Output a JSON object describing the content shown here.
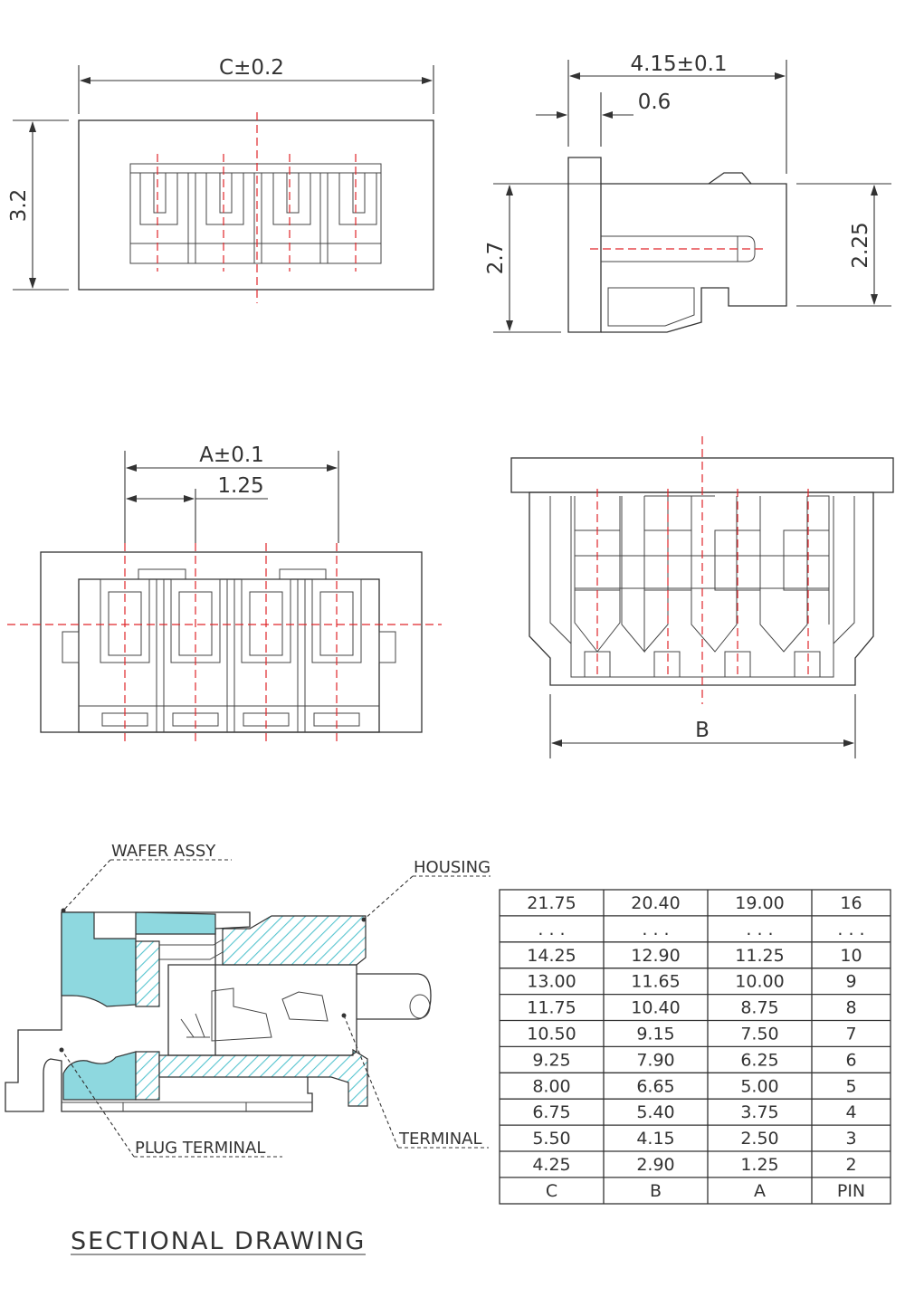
{
  "views": {
    "front": {
      "dim_width": "C±0.2",
      "dim_height": "3.2"
    },
    "side": {
      "dim_depth": "4.15±0.1",
      "dim_flange": "0.6",
      "dim_height_left": "2.7",
      "dim_height_right": "2.25"
    },
    "top": {
      "dim_span": "A±0.1",
      "dim_pitch": "1.25"
    },
    "bottom": {
      "dim_width": "B"
    }
  },
  "sectional": {
    "title": "SECTIONAL DRAWING",
    "labels": {
      "wafer_assy": "WAFER ASSY",
      "housing": "HOUSING",
      "plug_terminal": "PLUG TERMINAL",
      "terminal": "TERMINAL"
    }
  },
  "dimension_table": {
    "columns": [
      "C",
      "B",
      "A",
      "PIN"
    ],
    "rows": [
      [
        "21.75",
        "20.40",
        "19.00",
        "16"
      ],
      [
        ". . .",
        ". . .",
        ". . .",
        ". . ."
      ],
      [
        "14.25",
        "12.90",
        "11.25",
        "10"
      ],
      [
        "13.00",
        "11.65",
        "10.00",
        "9"
      ],
      [
        "11.75",
        "10.40",
        "8.75",
        "8"
      ],
      [
        "10.50",
        "9.15",
        "7.50",
        "7"
      ],
      [
        "9.25",
        "7.90",
        "6.25",
        "6"
      ],
      [
        "8.00",
        "6.65",
        "5.00",
        "5"
      ],
      [
        "6.75",
        "5.40",
        "3.75",
        "4"
      ],
      [
        "5.50",
        "4.15",
        "2.50",
        "3"
      ],
      [
        "4.25",
        "2.90",
        "1.25",
        "2"
      ]
    ]
  },
  "colors": {
    "centerline": "#e0262a",
    "section_fill": "#8ed8df",
    "line": "#333333"
  }
}
